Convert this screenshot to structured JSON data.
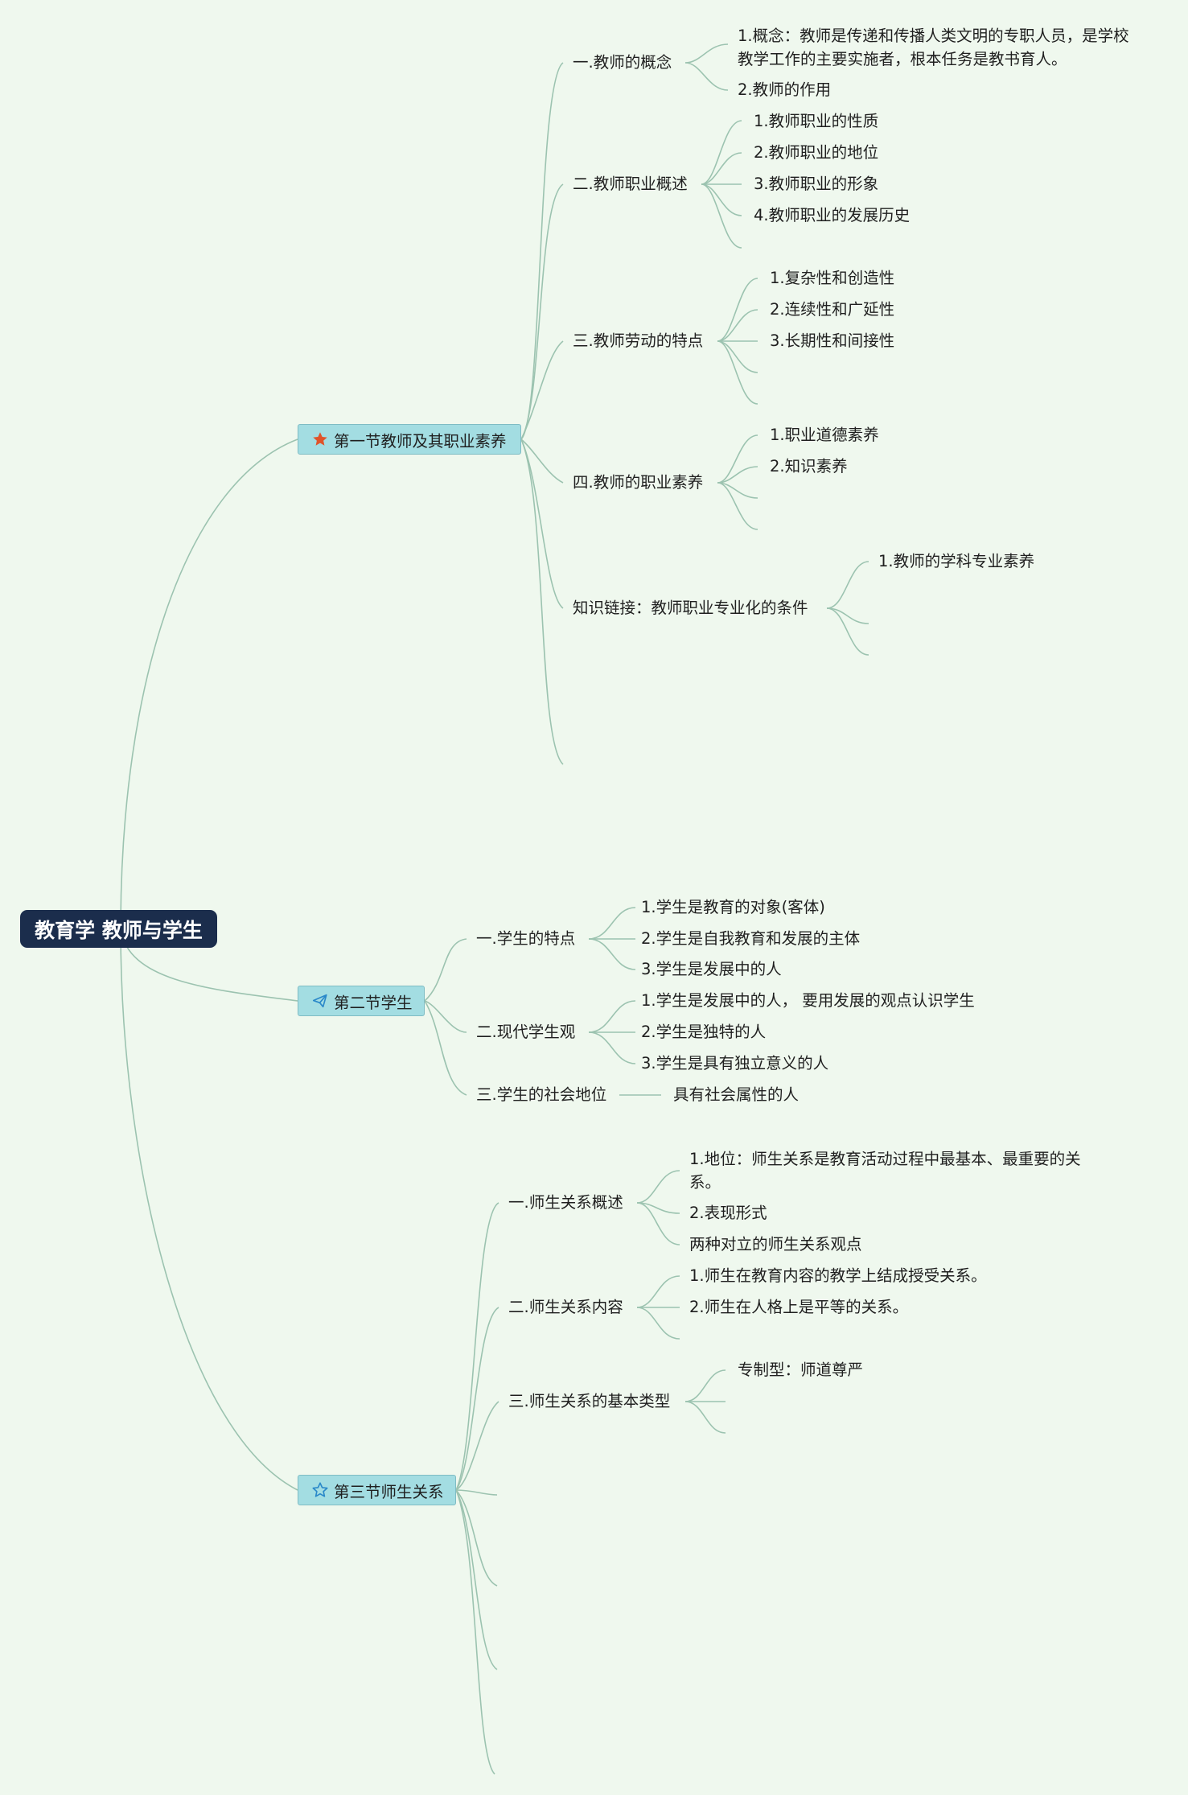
{
  "root": {
    "title": "教育学 教师与学生"
  },
  "section1": {
    "title": "第一节教师及其职业素养",
    "icon": "star-filled-icon",
    "topics": {
      "concept": {
        "title": "一.教师的概念",
        "items": [
          "1.概念：教师是传递和传播人类文明的专职人员，是学校教学工作的主要实施者，根本任务是教书育人。",
          "2.教师的作用"
        ]
      },
      "overview": {
        "title": "二.教师职业概述",
        "items": [
          "1.教师职业的性质",
          "2.教师职业的地位",
          "3.教师职业的形象",
          "4.教师职业的发展历史"
        ]
      },
      "labor": {
        "title": "三.教师劳动的特点",
        "items": [
          "1.复杂性和创造性",
          "2.连续性和广延性",
          "3.长期性和间接性"
        ]
      },
      "quality": {
        "title": "四.教师的职业素养",
        "items": [
          "1.职业道德素养",
          "2.知识素养"
        ]
      },
      "link": {
        "title": "知识链接：教师职业专业化的条件",
        "items": [
          "1.教师的学科专业素养"
        ]
      }
    }
  },
  "section2": {
    "title": "第二节学生",
    "icon": "paper-plane-icon",
    "topics": {
      "traits": {
        "title": "一.学生的特点",
        "items": [
          "1.学生是教育的对象(客体)",
          "2.学生是自我教育和发展的主体",
          "3.学生是发展中的人"
        ]
      },
      "modern": {
        "title": "二.现代学生观",
        "items": [
          "1.学生是发展中的人，  要用发展的观点认识学生",
          "2.学生是独特的人",
          "3.学生是具有独立意义的人"
        ]
      },
      "status": {
        "title": "三.学生的社会地位",
        "items": [
          "具有社会属性的人"
        ]
      }
    }
  },
  "section3": {
    "title": "第三节师生关系",
    "icon": "star-outline-icon",
    "topics": {
      "overview": {
        "title": "一.师生关系概述",
        "items": [
          "1.地位：师生关系是教育活动过程中最基本、最重要的关系。",
          "2.表现形式",
          "两种对立的师生关系观点"
        ]
      },
      "content": {
        "title": "二.师生关系内容",
        "items": [
          "1.师生在教育内容的教学上结成授受关系。",
          "2.师生在人格上是平等的关系。"
        ]
      },
      "types": {
        "title": "三.师生关系的基本类型",
        "items": [
          "专制型：师道尊严"
        ]
      }
    }
  },
  "colors": {
    "background": "#eff8ee",
    "root": "#1b2d4c",
    "section": "#a3dde2",
    "line": "#9cc3b0"
  }
}
